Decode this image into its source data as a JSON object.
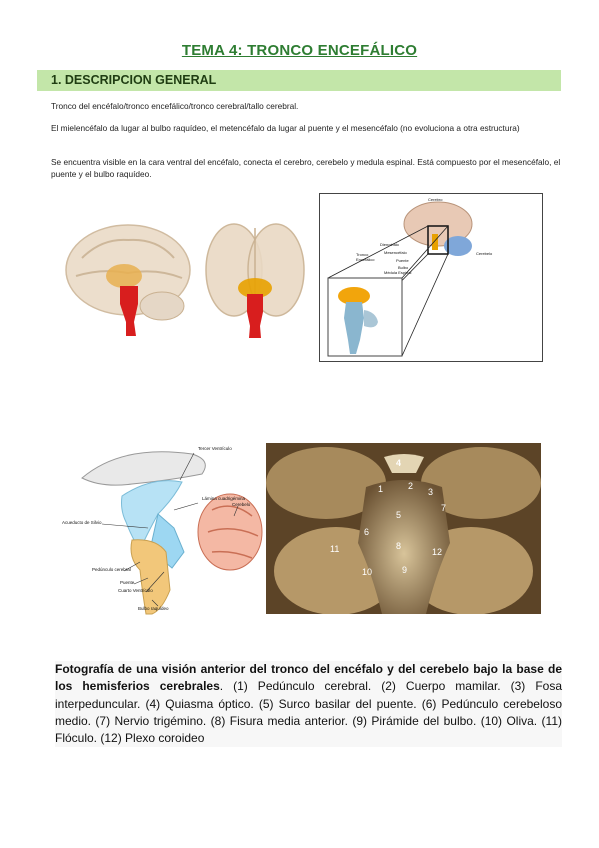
{
  "title": "TEMA 4: TRONCO ENCEFÁLICO",
  "section": "1. DESCRIPCION GENERAL",
  "paragraphs": [
    "Tronco del encéfalo/tronco encefálico/tronco cerebral/tallo cerebral.",
    "El mielencéfalo da lugar al bulbo raquídeo, el metencéfalo da lugar al puente y el mesencéfalo (no evoluciona a otra estructura)",
    "Se encuentra visible en la cara ventral del encéfalo, conecta el cerebro, cerebelo y medula espinal. Está compuesto por el mesencéfalo, el puente y el bulbo raquídeo."
  ],
  "inset_labels": {
    "top": "Cerebro",
    "l1": "Diencéfalo",
    "l2": "Mesencéfalo",
    "l3": "Puente",
    "l4": "Bulbo",
    "l5": "Tronco Encefálico",
    "l6": "Médula Espinal",
    "right": "Cerebelo"
  },
  "diagram_labels": {
    "tercer": "Tercer Ventrículo",
    "lamina": "Lámina cuadrigémina",
    "cerebelo": "Cerebelo",
    "acueducto": "Acueducto de Silvio",
    "pedunculo": "Pedúnculo cerebral",
    "puente": "Puente",
    "cuarto": "Cuarto Ventrículo",
    "bulbo": "Bulbo raquídeo"
  },
  "photo_numbers": [
    "4",
    "2",
    "1",
    "3",
    "5",
    "7",
    "6",
    "11",
    "8",
    "12",
    "10",
    "9"
  ],
  "caption": {
    "bold": "Fotografía de una visión anterior del tronco del encéfalo y del cerebelo bajo la base de los hemisferios cerebrales",
    "rest": ". (1) Pedúnculo cerebral. (2) Cuerpo mamilar. (3) Fosa interpeduncular. (4) Quiasma óptico. (5) Surco basilar del puente. (6) Pedúnculo cerebeloso medio. (7) Nervio trigémino. (8) Fisura media anterior. (9) Pirámide del bulbo. (10) Oliva. (11) Flóculo. (12) Plexo coroideo"
  },
  "colors": {
    "title": "#2e7d32",
    "section_bg": "#c3e6a9",
    "brainstem": "#d81e1e",
    "diencephalon": "#e8a100",
    "ventricle": "#8fd3f0"
  }
}
